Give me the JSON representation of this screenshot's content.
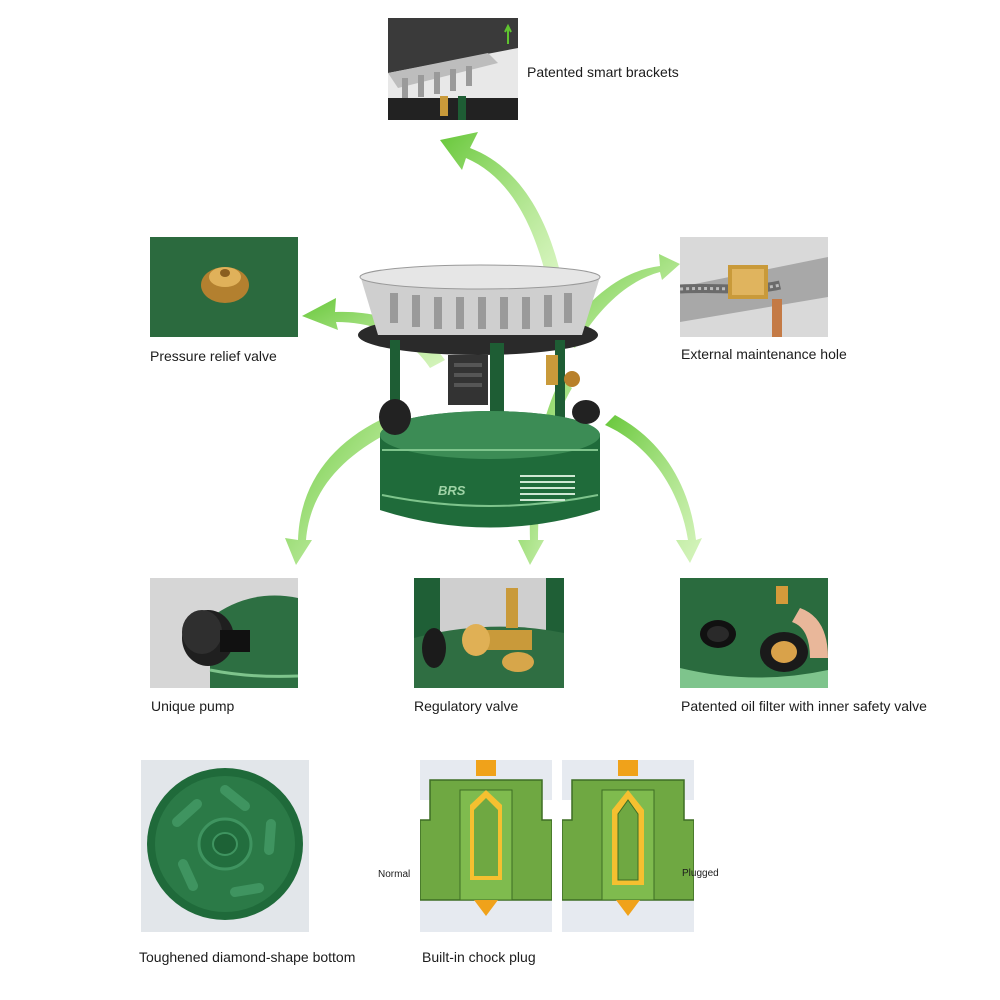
{
  "features": {
    "brackets": {
      "label": "Patented smart brackets",
      "icon": "bracket-photo"
    },
    "relief_valve": {
      "label": "Pressure relief valve",
      "icon": "brass-valve-photo"
    },
    "maintenance_hole": {
      "label": "External maintenance hole",
      "icon": "cable-connector-photo"
    },
    "pump": {
      "label": "Unique pump",
      "icon": "pump-knob-photo"
    },
    "regulatory_valve": {
      "label": "Regulatory valve",
      "icon": "valve-photo"
    },
    "oil_filter": {
      "label": "Patented oil filter with inner safety valve",
      "icon": "filter-cap-photo"
    },
    "bottom": {
      "label": "Toughened diamond-shape bottom",
      "icon": "tank-bottom-photo"
    },
    "chock_plug": {
      "label": "Built-in chock plug",
      "normal_label": "Normal",
      "plugged_label": "Plugged",
      "icon": "cross-section-diagram"
    }
  },
  "product": {
    "brand_text": "BRS",
    "icon": "stove-photo"
  },
  "colors": {
    "arrow_green": "#7fd34a",
    "tank_green": "#1f6b3a",
    "section_green": "#6fa842",
    "brass": "#c99a3a",
    "orange": "#f0a21a"
  }
}
